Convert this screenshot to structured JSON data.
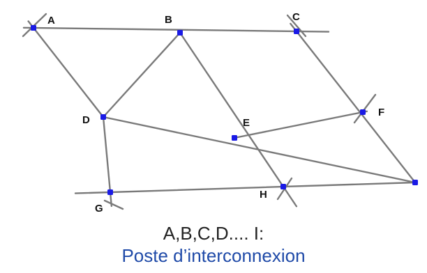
{
  "diagram": {
    "nodes": [
      {
        "id": "A",
        "label": "A"
      },
      {
        "id": "B",
        "label": "B"
      },
      {
        "id": "C",
        "label": "C"
      },
      {
        "id": "D",
        "label": "D"
      },
      {
        "id": "E",
        "label": "E"
      },
      {
        "id": "F",
        "label": "F"
      },
      {
        "id": "G",
        "label": "G"
      },
      {
        "id": "H",
        "label": "H"
      },
      {
        "id": "I",
        "label": ""
      }
    ],
    "edges": [
      {
        "from": "A",
        "to": "C"
      },
      {
        "from": "A",
        "to": "D"
      },
      {
        "from": "B",
        "to": "D"
      },
      {
        "from": "B",
        "to": "H"
      },
      {
        "from": "C",
        "to": "I"
      },
      {
        "from": "D",
        "to": "G"
      },
      {
        "from": "D",
        "to": "I"
      },
      {
        "from": "E",
        "to": "F"
      },
      {
        "from": "G",
        "to": "I"
      }
    ],
    "colors": {
      "node": "#1a1ae6",
      "edge": "#7a7a7a",
      "label": "#111111"
    }
  },
  "caption": {
    "line1": "A,B,C,D.... I:",
    "line2": "Poste d’interconnexion",
    "line1_color": "#222222",
    "line2_color": "#1f4aa8"
  }
}
